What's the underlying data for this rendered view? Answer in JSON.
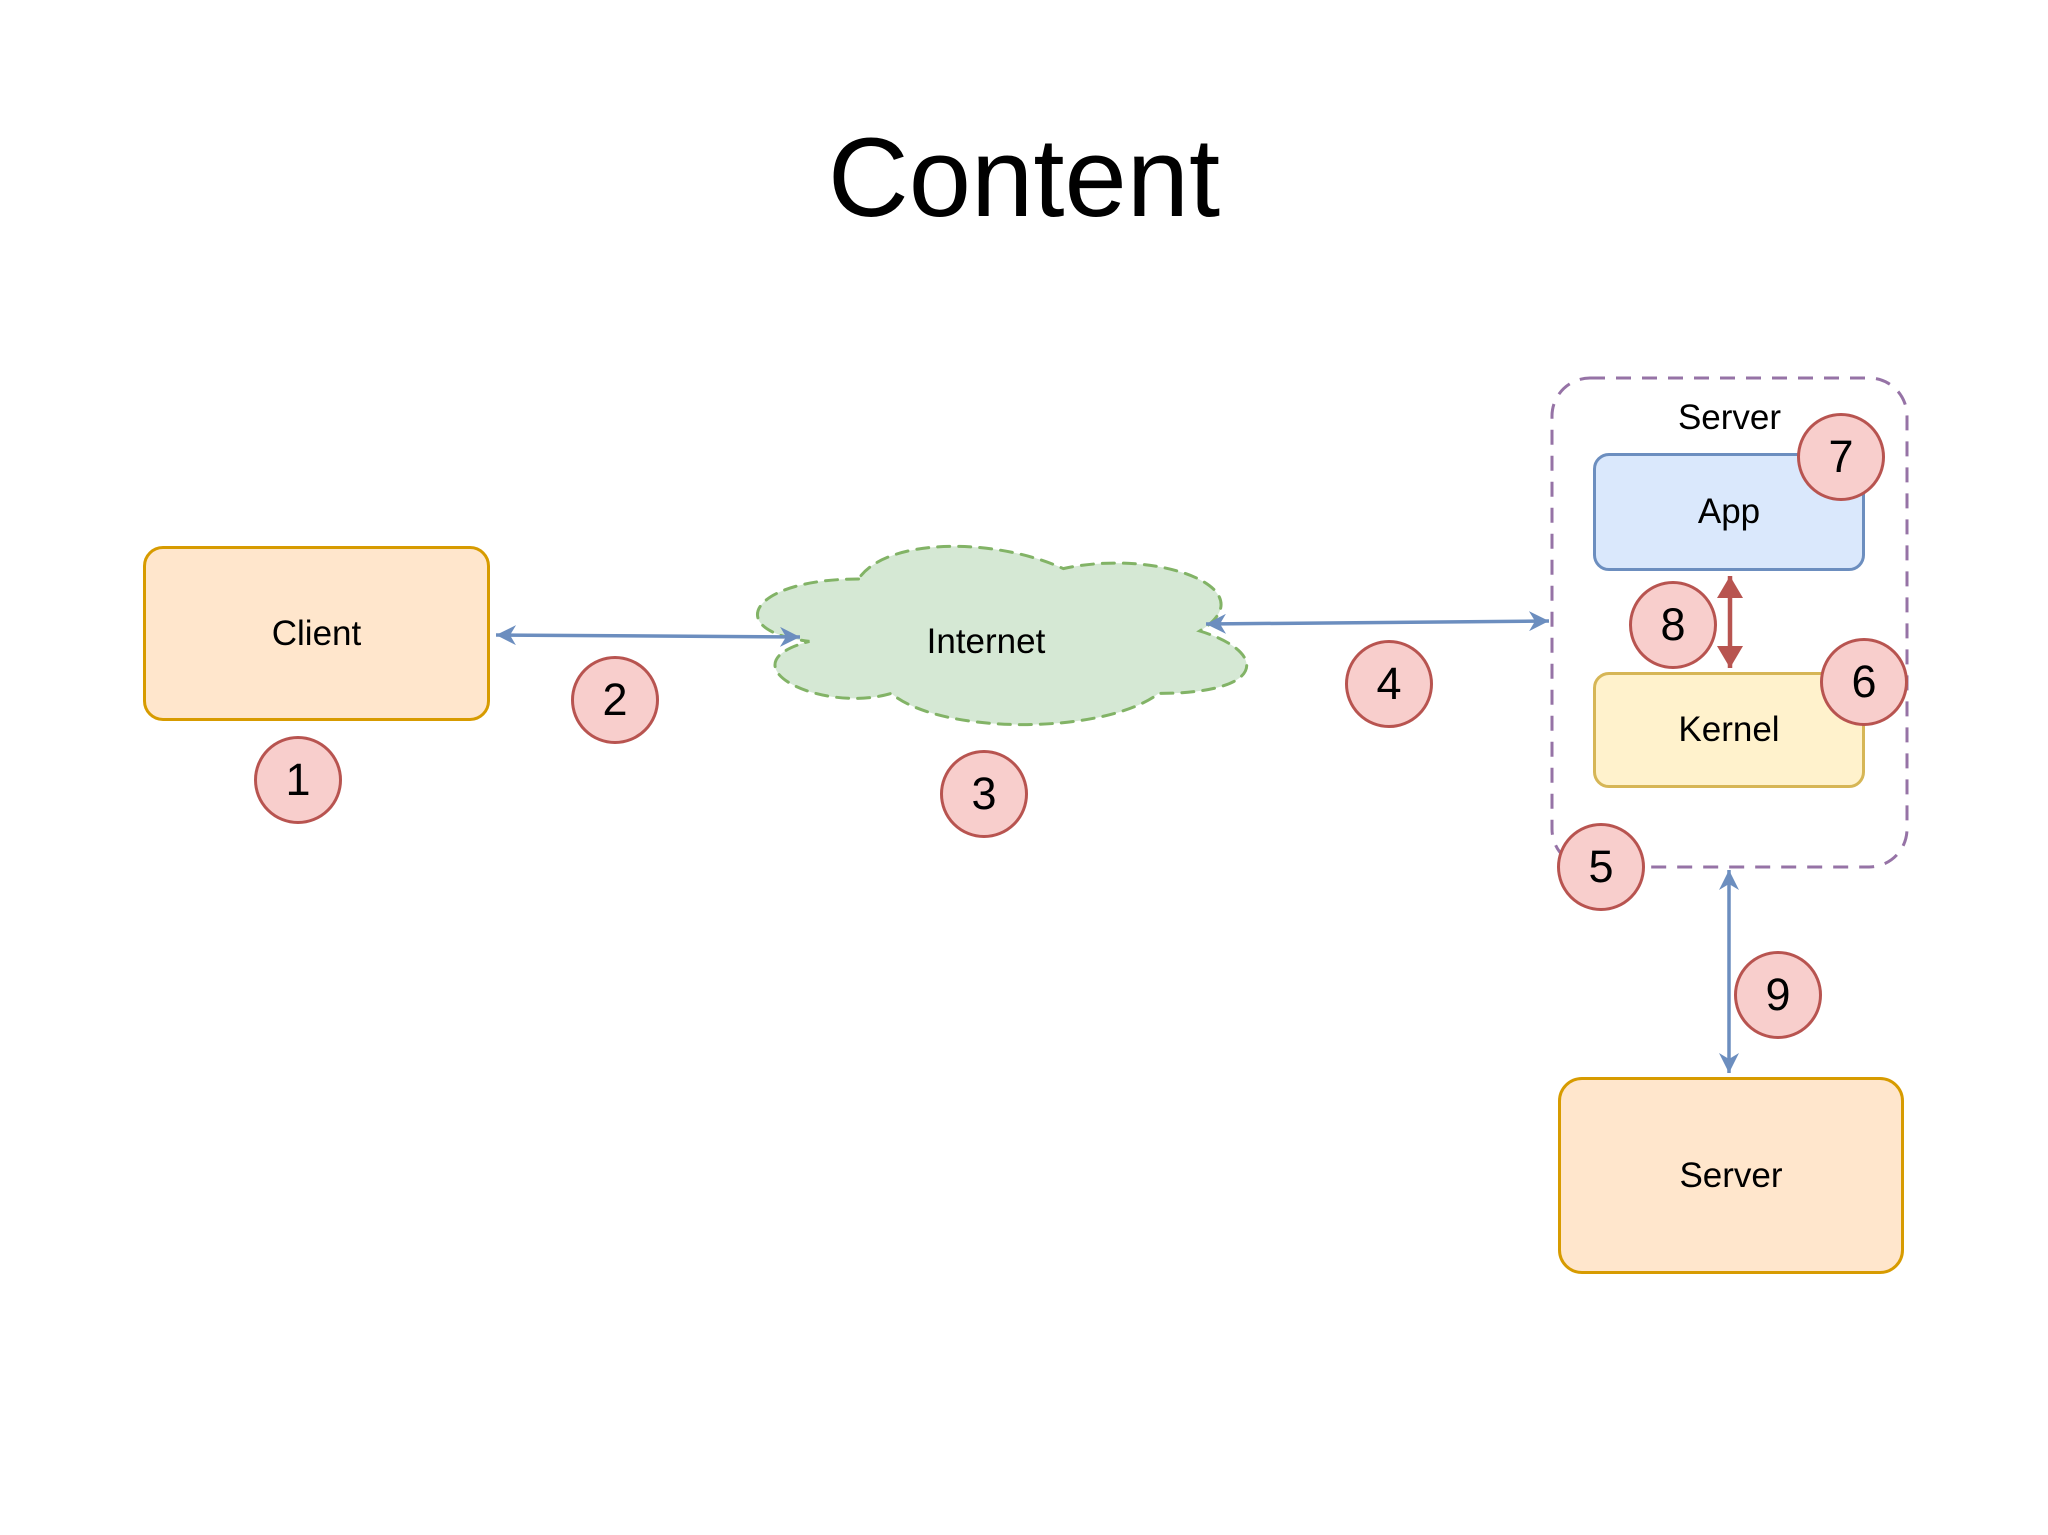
{
  "title": "Content",
  "nodes": {
    "client": {
      "label": "Client"
    },
    "internet": {
      "label": "Internet"
    },
    "server_group": {
      "label": "Server"
    },
    "app": {
      "label": "App"
    },
    "kernel": {
      "label": "Kernel"
    },
    "server": {
      "label": "Server"
    }
  },
  "badges": [
    {
      "label": "1"
    },
    {
      "label": "2"
    },
    {
      "label": "3"
    },
    {
      "label": "4"
    },
    {
      "label": "5"
    },
    {
      "label": "6"
    },
    {
      "label": "7"
    },
    {
      "label": "8"
    },
    {
      "label": "9"
    }
  ],
  "edges": [
    {
      "from": "Client",
      "to": "Internet",
      "style": "double-arrow",
      "badge": "2"
    },
    {
      "from": "Internet",
      "to": "Server group",
      "style": "double-arrow",
      "badge": "4"
    },
    {
      "from": "App",
      "to": "Kernel",
      "style": "double-arrow",
      "badge": "8"
    },
    {
      "from": "Server group",
      "to": "Server",
      "style": "double-arrow",
      "badge": "9"
    }
  ],
  "colors": {
    "background": "#FFFFFF",
    "text": "#000000",
    "orange_fill": "#FFE6CC",
    "orange_stroke": "#D79B00",
    "badge_fill": "#F8CECC",
    "badge_stroke": "#B85450",
    "cloud_fill": "#D5E8D4",
    "cloud_stroke": "#82B366",
    "app_fill": "#DAE8FC",
    "app_stroke": "#6C8EBF",
    "kernel_fill": "#FFF2CC",
    "kernel_stroke": "#D6B656",
    "group_stroke": "#9673A6",
    "arrow_blue": "#6C8EBF",
    "arrow_red": "#B85450"
  }
}
